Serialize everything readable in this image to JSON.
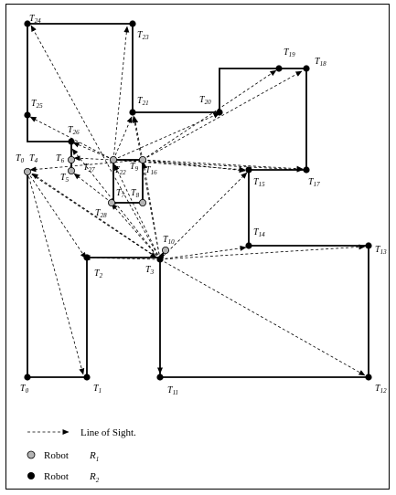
{
  "legend": {
    "line_of_sight": "Line of Sight.",
    "robot_label": "Robot",
    "r1_symbol": "R",
    "r1_sub": "1",
    "r2_symbol": "R",
    "r2_sub": "2"
  },
  "colors": {
    "robot_r1": "#b4b4b4",
    "robot_r2": "#000000",
    "line": "#000000"
  },
  "labels": [
    {
      "key": "T24",
      "main": "T",
      "sub": "24"
    },
    {
      "key": "T23",
      "main": "T",
      "sub": "23"
    },
    {
      "key": "T19",
      "main": "T",
      "sub": "19"
    },
    {
      "key": "T18",
      "main": "T",
      "sub": "18"
    },
    {
      "key": "T25",
      "main": "T",
      "sub": "25"
    },
    {
      "key": "T21",
      "main": "T",
      "sub": "21"
    },
    {
      "key": "T20",
      "main": "T",
      "sub": "20"
    },
    {
      "key": "T26",
      "main": "T",
      "sub": "26"
    },
    {
      "key": "T0a",
      "main": "T",
      "sub": "0"
    },
    {
      "key": "T4",
      "main": "T",
      "sub": "4"
    },
    {
      "key": "T6",
      "main": "T",
      "sub": "6"
    },
    {
      "key": "T27",
      "main": "T",
      "sub": "27"
    },
    {
      "key": "T5",
      "main": "T",
      "sub": "5"
    },
    {
      "key": "T22",
      "main": "T",
      "sub": "22"
    },
    {
      "key": "T9",
      "main": "T",
      "sub": "9"
    },
    {
      "key": "T16",
      "main": "T",
      "sub": "16"
    },
    {
      "key": "T15",
      "main": "T",
      "sub": "15"
    },
    {
      "key": "T17",
      "main": "T",
      "sub": "17"
    },
    {
      "key": "T7",
      "main": "T",
      "sub": "7"
    },
    {
      "key": "T8",
      "main": "T",
      "sub": "8"
    },
    {
      "key": "T28",
      "main": "T",
      "sub": "28"
    },
    {
      "key": "T10",
      "main": "T",
      "sub": "10"
    },
    {
      "key": "T14",
      "main": "T",
      "sub": "14"
    },
    {
      "key": "T13",
      "main": "T",
      "sub": "13"
    },
    {
      "key": "T2",
      "main": "T",
      "sub": "2"
    },
    {
      "key": "T3",
      "main": "T",
      "sub": "3"
    },
    {
      "key": "T0b",
      "main": "T",
      "sub": "0"
    },
    {
      "key": "T1",
      "main": "T",
      "sub": "1"
    },
    {
      "key": "T11",
      "main": "T",
      "sub": "11"
    },
    {
      "key": "T12",
      "main": "T",
      "sub": "12"
    }
  ]
}
